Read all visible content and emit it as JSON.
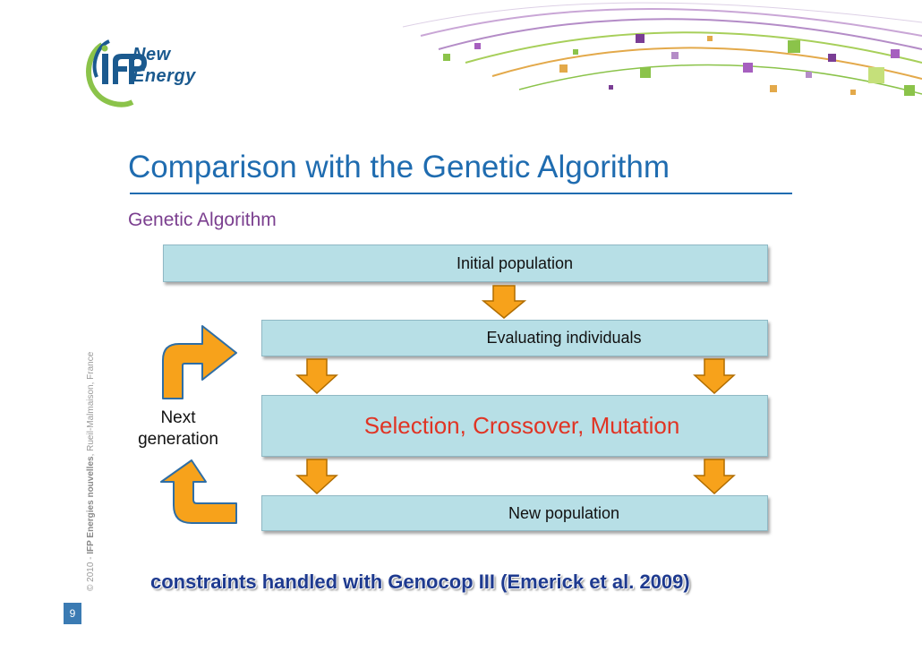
{
  "slide": {
    "title": "Comparison with the Genetic Algorithm",
    "subtitle": "Genetic Algorithm",
    "page_number": "9"
  },
  "logo": {
    "mark": "IFP",
    "word_new": "New",
    "word_energy": "Energy"
  },
  "flow": {
    "initial": "Initial population",
    "evaluate": "Evaluating individuals",
    "select": "Selection, Crossover, Mutation",
    "new_population": "New population",
    "loop_line1": "Next",
    "loop_line2": "generation"
  },
  "footer": {
    "constraints": "constraints handled with Genocop III (Emerick et al. 2009)",
    "side_year": "© 2010 - ",
    "side_org": "IFP Energies nouvelles",
    "side_place": ", Rueil-Malmaison, France"
  },
  "colors": {
    "title": "#1f6cb0",
    "subtitle": "#7b3f8f",
    "box_fill": "#b7dfe6",
    "arrow": "#f7a21b",
    "highlight_text": "#e03424",
    "constraints": "#1e3a8f"
  },
  "icons": [
    "down-arrow-icon",
    "curved-arrow-icon",
    "ifp-logo-icon",
    "decorative-swoosh"
  ]
}
